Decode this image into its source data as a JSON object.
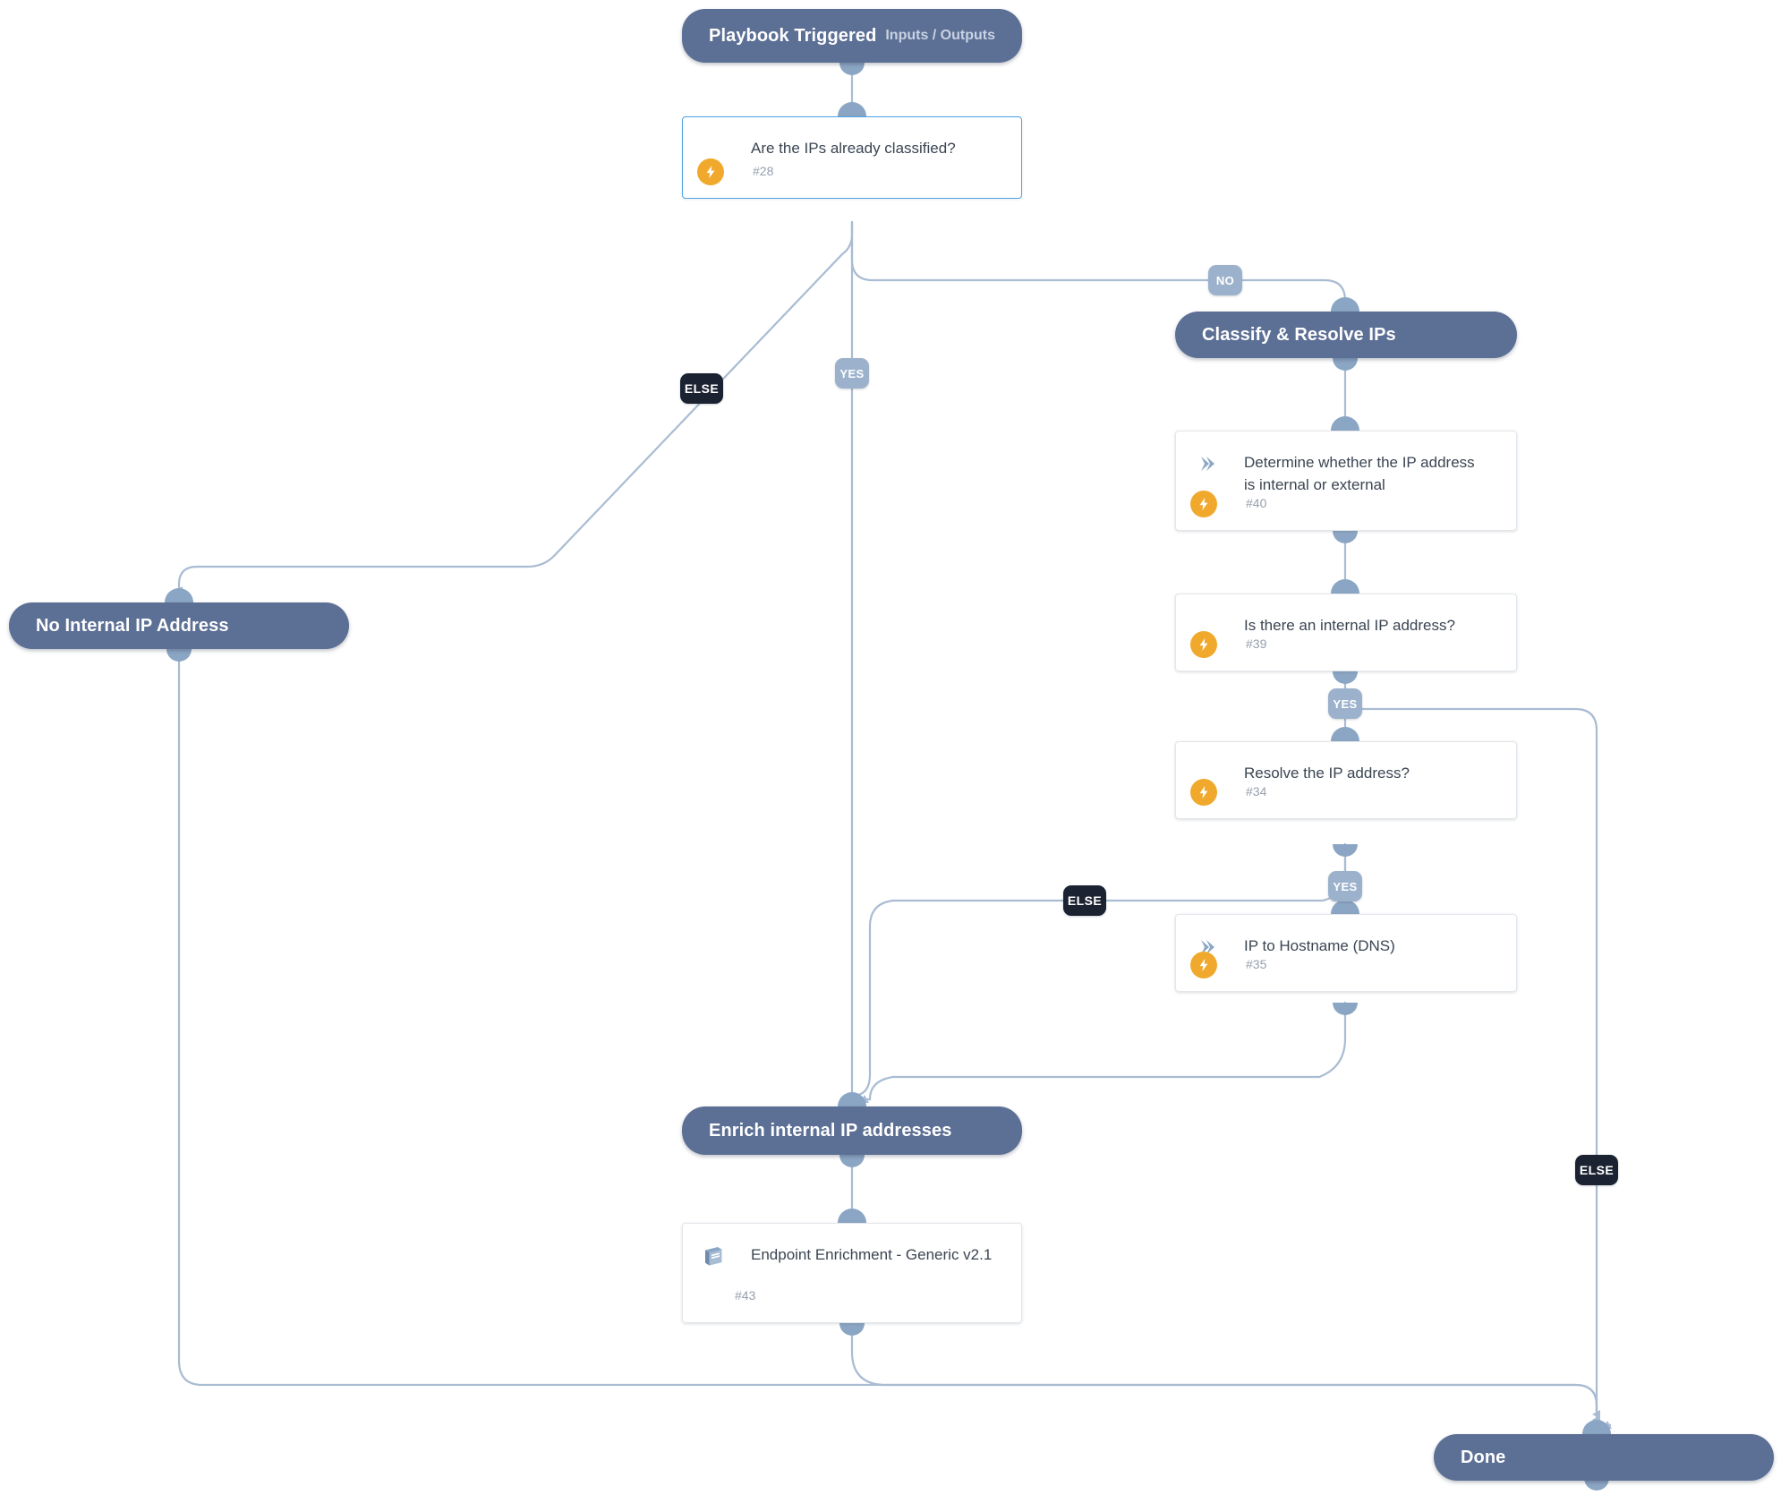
{
  "diagram": {
    "type": "playbook-workflow",
    "title": "Playbook Triggered",
    "colors": {
      "section_node": "#5c6f95",
      "card_background": "#ffffff",
      "selected_border": "#4da3e6",
      "edge": "#a9bcd2",
      "connector": "#8ba6c4",
      "bolt_badge": "#f0a92c",
      "branch_yes": "#9cb2cc",
      "branch_else": "#1b2231",
      "canvas": "#ffffff"
    },
    "nodes": [
      {
        "id": "trigger",
        "kind": "section",
        "title": "Playbook Triggered",
        "subtitle": "Inputs / Outputs"
      },
      {
        "id": "task28",
        "kind": "card",
        "icon": "condition-diamond-icon",
        "title": "Are the IPs already classified?",
        "number": "#28",
        "automated": true,
        "selected": true
      },
      {
        "id": "classify",
        "kind": "section",
        "title": "Classify & Resolve IPs",
        "subtitle": ""
      },
      {
        "id": "task40",
        "kind": "card",
        "icon": "chevron-right-icon",
        "title": "Determine whether the IP address is internal or external",
        "number": "#40",
        "automated": true,
        "selected": false
      },
      {
        "id": "task39",
        "kind": "card",
        "icon": "condition-diamond-icon",
        "title": "Is there an internal IP address?",
        "number": "#39",
        "automated": true,
        "selected": false
      },
      {
        "id": "task34",
        "kind": "card",
        "icon": "condition-diamond-icon",
        "title": "Resolve the IP address?",
        "number": "#34",
        "automated": true,
        "selected": false
      },
      {
        "id": "task35",
        "kind": "card",
        "icon": "chevron-right-icon",
        "title": "IP to Hostname (DNS)",
        "number": "#35",
        "automated": true,
        "selected": false
      },
      {
        "id": "nointernal",
        "kind": "section",
        "title": "No Internal IP Address",
        "subtitle": ""
      },
      {
        "id": "enrich",
        "kind": "section",
        "title": "Enrich internal IP addresses",
        "subtitle": ""
      },
      {
        "id": "task43",
        "kind": "card",
        "icon": "playbook-book-icon",
        "title": "Endpoint Enrichment - Generic v2.1",
        "number": "#43",
        "automated": false,
        "selected": false
      },
      {
        "id": "done",
        "kind": "section",
        "title": "Done",
        "subtitle": ""
      }
    ],
    "branch_labels": [
      {
        "id": "b-no-28",
        "text": "NO",
        "style": "no"
      },
      {
        "id": "b-yes-28",
        "text": "YES",
        "style": "yes"
      },
      {
        "id": "b-else-28",
        "text": "ELSE",
        "style": "else"
      },
      {
        "id": "b-yes-39",
        "text": "YES",
        "style": "yes"
      },
      {
        "id": "b-yes-34",
        "text": "YES",
        "style": "yes"
      },
      {
        "id": "b-else-34",
        "text": "ELSE",
        "style": "else"
      },
      {
        "id": "b-else-39",
        "text": "ELSE",
        "style": "else"
      }
    ]
  }
}
